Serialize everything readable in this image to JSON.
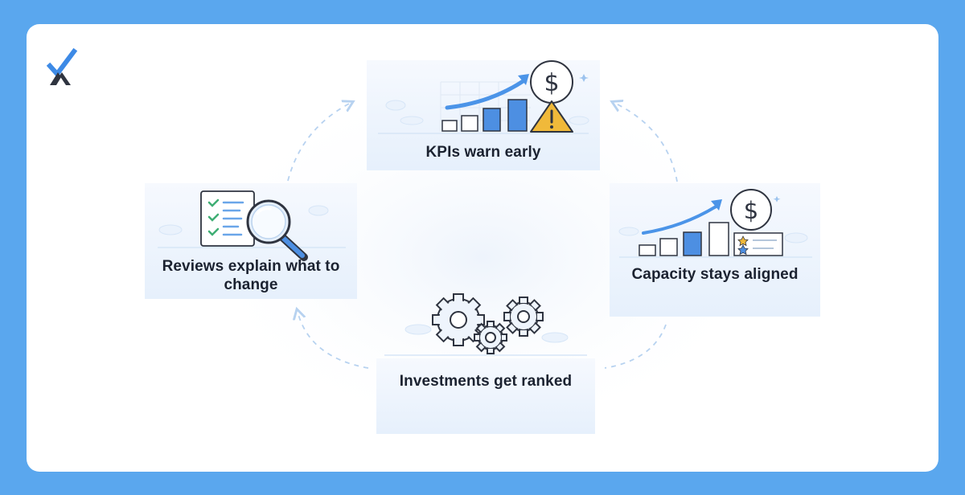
{
  "brand": {
    "logo_icon": "checkmark-x-logo-icon",
    "colors": {
      "primary_blue": "#5aa7ee",
      "accent_blue": "#3d8ae6",
      "dark": "#2f3440",
      "warning": "#f0b93a"
    }
  },
  "cycle": {
    "steps": [
      {
        "label": "KPIs warn early",
        "icon": "kpi-chart-warning-icon"
      },
      {
        "label": "Capacity stays aligned",
        "icon": "capacity-chart-dollar-icon"
      },
      {
        "label": "Investments get ranked",
        "icon": "gears-icon"
      },
      {
        "label": "Reviews explain what to change",
        "icon": "checklist-magnifier-icon"
      }
    ],
    "arrows": "dashed-circular-clockwise"
  }
}
